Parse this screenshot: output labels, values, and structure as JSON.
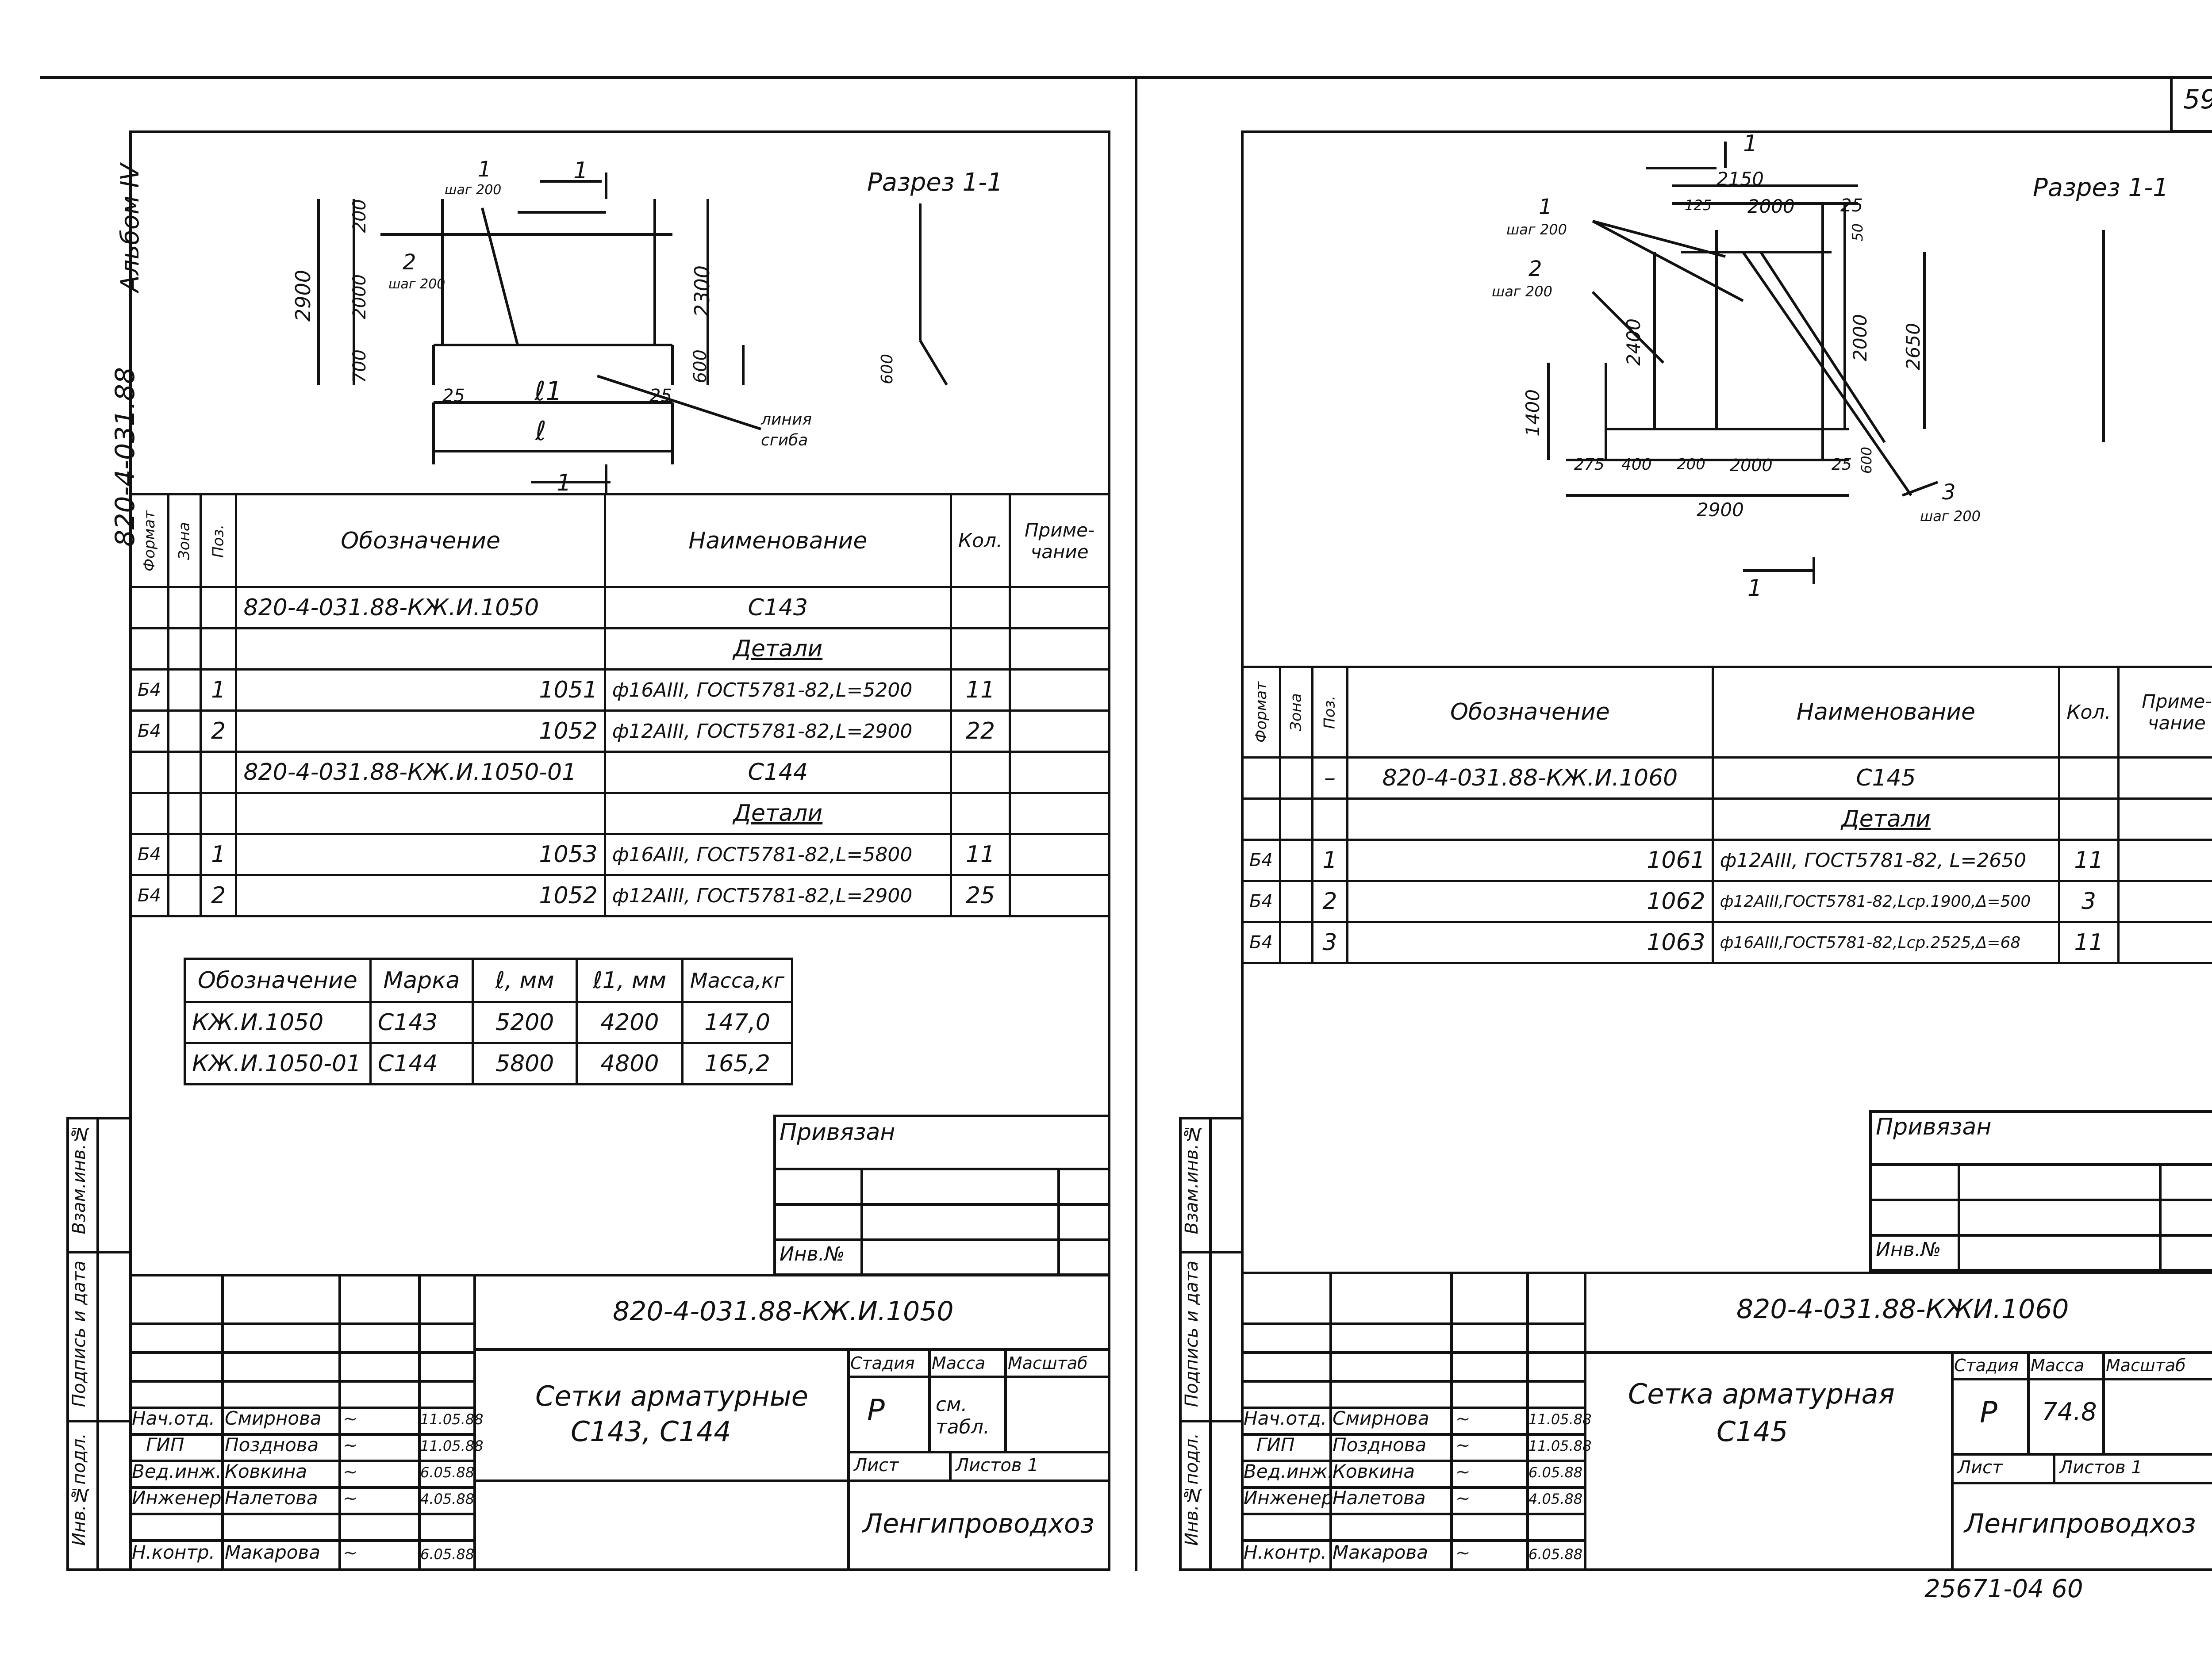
{
  "page_number": "59",
  "corner_note": "25671-04    60",
  "left": {
    "album_label": "Альбом IV",
    "album_code": "820-4-031.88",
    "section_title": "Разрез 1-1",
    "cut_mark": "1",
    "drawing_labels": {
      "pos1": "1",
      "pos1_step": "шаг 200",
      "pos2": "2",
      "pos2_step": "шаг 200",
      "dim_2900": "2900",
      "dim_200": "200",
      "dim_2000": "2000",
      "dim_700": "700",
      "dim_2300": "2300",
      "dim_600": "600",
      "dim_25a": "25",
      "dim_25b": "25",
      "l1": "ℓ1",
      "l": "ℓ",
      "bend_line": "линия",
      "bend_line2": "сгиба",
      "section_600": "600"
    },
    "spec_headers": {
      "format": "Формат",
      "zone": "Зона",
      "pos": "Поз.",
      "designation": "Обозначение",
      "name": "Наименование",
      "qty": "Кол.",
      "note": "Приме-чание"
    },
    "spec_rows": [
      {
        "format": "",
        "pos": "",
        "designation": "820-4-031.88-КЖ.И.1050",
        "name": "С143",
        "qty": "",
        "note": ""
      },
      {
        "format": "",
        "pos": "",
        "designation": "",
        "name": "Детали",
        "qty": "",
        "note": ""
      },
      {
        "format": "Б4",
        "pos": "1",
        "designation": "1051",
        "name": "ф16АIII, ГОСТ5781-82,L=5200",
        "qty": "11",
        "note": ""
      },
      {
        "format": "Б4",
        "pos": "2",
        "designation": "1052",
        "name": "ф12АIII, ГОСТ5781-82,L=2900",
        "qty": "22",
        "note": ""
      },
      {
        "format": "",
        "pos": "",
        "designation": "820-4-031.88-КЖ.И.1050-01",
        "name": "С144",
        "qty": "",
        "note": ""
      },
      {
        "format": "",
        "pos": "",
        "designation": "",
        "name": "Детали",
        "qty": "",
        "note": ""
      },
      {
        "format": "Б4",
        "pos": "1",
        "designation": "1053",
        "name": "ф16АIII, ГОСТ5781-82,L=5800",
        "qty": "11",
        "note": ""
      },
      {
        "format": "Б4",
        "pos": "2",
        "designation": "1052",
        "name": "ф12АIII, ГОСТ5781-82,L=2900",
        "qty": "25",
        "note": ""
      }
    ],
    "mark_headers": [
      "Обозначение",
      "Марка",
      "ℓ, мм",
      "ℓ1, мм",
      "Масса,кг"
    ],
    "mark_rows": [
      [
        "КЖ.И.1050",
        "С143",
        "5200",
        "4200",
        "147,0"
      ],
      [
        "КЖ.И.1050-01",
        "С144",
        "5800",
        "4800",
        "165,2"
      ]
    ],
    "side_labels": [
      "Инв.№подл.",
      "Подпись и дата",
      "Взам.инв.№"
    ],
    "privyazan": "Привязан",
    "inv_no": "Инв.№",
    "doc_code": "820-4-031.88-КЖ.И.1050",
    "title": "Сетки арматурные",
    "title2": "С143, С144",
    "stage_label": "Стадия",
    "mass_label": "Масса",
    "scale_label": "Масштаб",
    "stage": "Р",
    "mass": "см. табл.",
    "sheet_label": "Лист",
    "sheets_label": "Листов 1",
    "org": "Ленгипроводхоз",
    "staff": [
      {
        "role": "Нач.отд.",
        "name": "Смирнова",
        "date": "11.05.88"
      },
      {
        "role": "ГИП",
        "name": "Позднова",
        "date": "11.05.88"
      },
      {
        "role": "Вед.инж.",
        "name": "Ковкина",
        "date": "6.05.88"
      },
      {
        "role": "Инженер",
        "name": "Налетова",
        "date": "4.05.88"
      },
      {
        "role": "Н.контр.",
        "name": "Макарова",
        "date": "6.05.88"
      }
    ]
  },
  "right": {
    "section_title": "Разрез 1-1",
    "cut_mark": "1",
    "drawing_labels": {
      "pos1": "1",
      "pos1_step": "шаг 200",
      "pos2": "2",
      "pos2_step": "шаг 200",
      "pos3": "3",
      "pos3_step": "шаг 200",
      "dim_2150": "2150",
      "dim_125": "125",
      "dim_2000a": "2000",
      "dim_25a": "25",
      "dim_50": "50",
      "dim_2400": "2400",
      "dim_2000b": "2000",
      "dim_2650": "2650",
      "dim_1400": "1400",
      "dim_275": "275",
      "dim_400": "400",
      "dim_200": "200",
      "dim_2000c": "2000",
      "dim_25b": "25",
      "dim_600": "600",
      "dim_2900": "2900"
    },
    "spec_headers": {
      "format": "Формат",
      "zone": "Зона",
      "pos": "Поз.",
      "designation": "Обозначение",
      "name": "Наименование",
      "qty": "Кол.",
      "note": "Приме-чание"
    },
    "spec_rows": [
      {
        "format": "",
        "pos": "–",
        "designation": "820-4-031.88-КЖ.И.1060",
        "name": "С145",
        "qty": "",
        "note": ""
      },
      {
        "format": "",
        "pos": "",
        "designation": "",
        "name": "Детали",
        "qty": "",
        "note": ""
      },
      {
        "format": "Б4",
        "pos": "1",
        "designation": "1061",
        "name": "ф12АIII, ГОСТ5781-82, L=2650",
        "qty": "11",
        "note": ""
      },
      {
        "format": "Б4",
        "pos": "2",
        "designation": "1062",
        "name": "ф12АIII,ГОСТ5781-82,Lср.1900,Δ=500",
        "qty": "3",
        "note": ""
      },
      {
        "format": "Б4",
        "pos": "3",
        "designation": "1063",
        "name": "ф16АIII,ГОСТ5781-82,Lср.2525,Δ=68",
        "qty": "11",
        "note": ""
      }
    ],
    "side_labels": [
      "Инв.№подл.",
      "Подпись и дата",
      "Взам.инв.№"
    ],
    "privyazan": "Привязан",
    "inv_no": "Инв.№",
    "doc_code": "820-4-031.88-КЖИ.1060",
    "title": "Сетка арматурная",
    "title2": "С145",
    "stage_label": "Стадия",
    "mass_label": "Масса",
    "scale_label": "Масштаб",
    "stage": "Р",
    "mass": "74.8",
    "sheet_label": "Лист",
    "sheets_label": "Листов 1",
    "org": "Ленгипроводхоз",
    "staff": [
      {
        "role": "Нач.отд.",
        "name": "Смирнова",
        "date": "11.05.88"
      },
      {
        "role": "ГИП",
        "name": "Позднова",
        "date": "11.05.88"
      },
      {
        "role": "Вед.инж.",
        "name": "Ковкина",
        "date": "6.05.88"
      },
      {
        "role": "Инженер",
        "name": "Налетова",
        "date": "4.05.88"
      },
      {
        "role": "Н.контр.",
        "name": "Макарова",
        "date": "6.05.88"
      }
    ]
  }
}
